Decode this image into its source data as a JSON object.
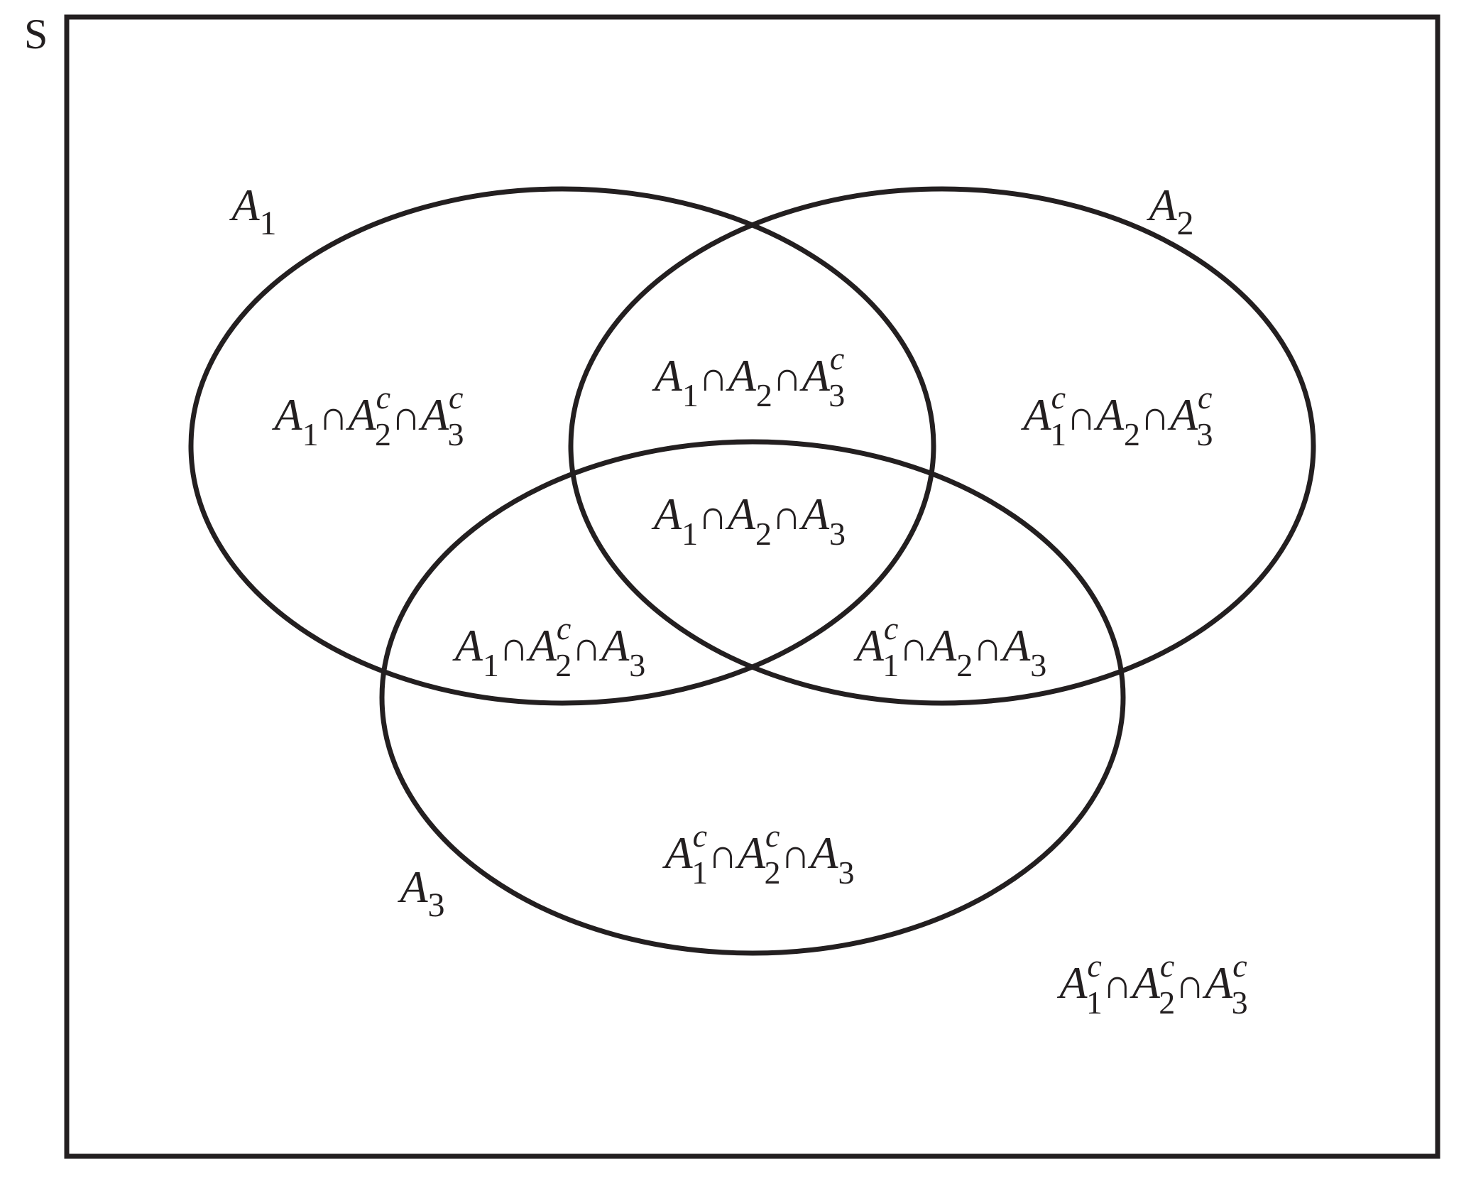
{
  "diagram": {
    "universe_label": "S",
    "sets": [
      {
        "name": "A1",
        "label": {
          "base": "A",
          "sub": "1"
        }
      },
      {
        "name": "A2",
        "label": {
          "base": "A",
          "sub": "2"
        }
      },
      {
        "name": "A3",
        "label": {
          "base": "A",
          "sub": "3"
        }
      }
    ],
    "intersection_symbol": "∩",
    "complement_mark": "c",
    "regions": [
      {
        "id": "a1-only",
        "terms": [
          {
            "base": "A",
            "sub": "1",
            "comp": false
          },
          {
            "base": "A",
            "sub": "2",
            "comp": true
          },
          {
            "base": "A",
            "sub": "3",
            "comp": true
          }
        ]
      },
      {
        "id": "a1-a2-not-a3",
        "terms": [
          {
            "base": "A",
            "sub": "1",
            "comp": false
          },
          {
            "base": "A",
            "sub": "2",
            "comp": false
          },
          {
            "base": "A",
            "sub": "3",
            "comp": true
          }
        ]
      },
      {
        "id": "a2-only",
        "terms": [
          {
            "base": "A",
            "sub": "1",
            "comp": true
          },
          {
            "base": "A",
            "sub": "2",
            "comp": false
          },
          {
            "base": "A",
            "sub": "3",
            "comp": true
          }
        ]
      },
      {
        "id": "all-three",
        "terms": [
          {
            "base": "A",
            "sub": "1",
            "comp": false
          },
          {
            "base": "A",
            "sub": "2",
            "comp": false
          },
          {
            "base": "A",
            "sub": "3",
            "comp": false
          }
        ]
      },
      {
        "id": "a1-a3-not-a2",
        "terms": [
          {
            "base": "A",
            "sub": "1",
            "comp": false
          },
          {
            "base": "A",
            "sub": "2",
            "comp": true
          },
          {
            "base": "A",
            "sub": "3",
            "comp": false
          }
        ]
      },
      {
        "id": "a2-a3-not-a1",
        "terms": [
          {
            "base": "A",
            "sub": "1",
            "comp": true
          },
          {
            "base": "A",
            "sub": "2",
            "comp": false
          },
          {
            "base": "A",
            "sub": "3",
            "comp": false
          }
        ]
      },
      {
        "id": "a3-only",
        "terms": [
          {
            "base": "A",
            "sub": "1",
            "comp": true
          },
          {
            "base": "A",
            "sub": "2",
            "comp": true
          },
          {
            "base": "A",
            "sub": "3",
            "comp": false
          }
        ]
      },
      {
        "id": "none",
        "terms": [
          {
            "base": "A",
            "sub": "1",
            "comp": true
          },
          {
            "base": "A",
            "sub": "2",
            "comp": true
          },
          {
            "base": "A",
            "sub": "3",
            "comp": true
          }
        ]
      }
    ]
  }
}
